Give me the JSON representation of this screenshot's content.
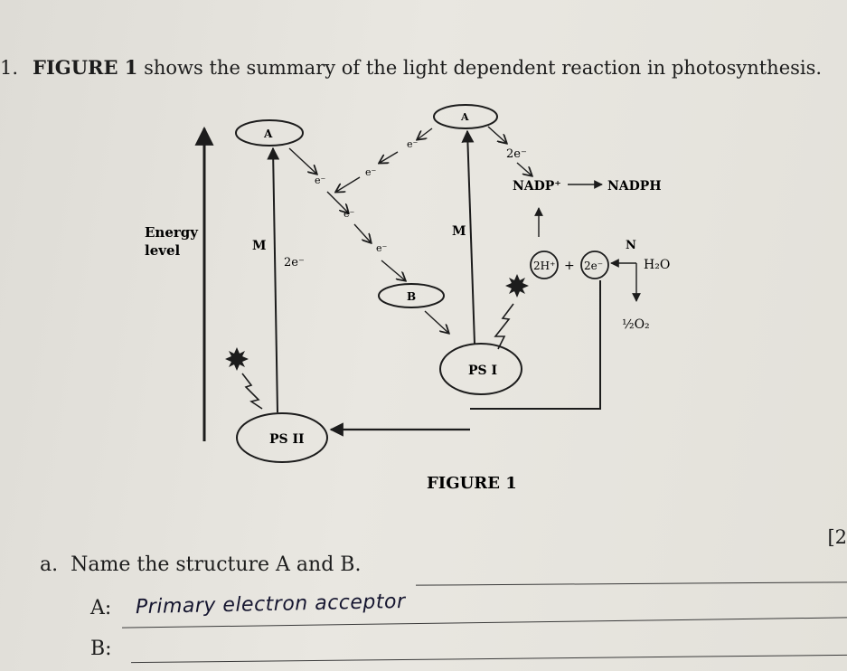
{
  "question": {
    "number": "1.",
    "bold_ref": "FIGURE 1",
    "text": "shows the summary of the light dependent reaction in photosynthesis."
  },
  "diagram": {
    "axis_label_line1": "Energy",
    "axis_label_line2": "level",
    "label_A1": "A",
    "label_A2": "A",
    "label_B": "B",
    "label_M1": "M",
    "label_M2": "M",
    "label_N": "N",
    "label_ps1": "PS I",
    "label_ps2": "PS II",
    "electron": "e⁻",
    "two_e": "2e⁻",
    "nadp": "NADP⁺",
    "nadph": "NADPH",
    "plus": "+",
    "h_ion": "2H⁺",
    "e_ion": "2e⁻",
    "water": "H₂O",
    "oxygen": "½O₂",
    "caption": "FIGURE 1"
  },
  "part_a": {
    "letter": "a.",
    "prompt": "Name the structure A and B.",
    "marks": "[2",
    "label_A": "A:",
    "label_B": "B:",
    "answer_A": "Primary electron acceptor"
  },
  "colors": {
    "ink": "#1c1c1c",
    "pen": "#15152f",
    "paper": "#e6e4de"
  }
}
